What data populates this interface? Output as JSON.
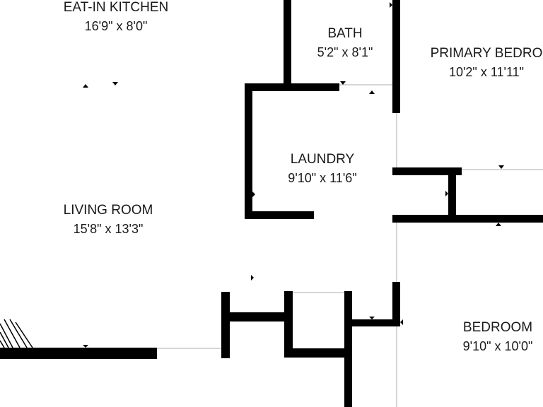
{
  "rooms": {
    "kitchen": {
      "name": "EAT-IN KITCHEN",
      "dims": "16'9\" x 8'0\""
    },
    "bath": {
      "name": "BATH",
      "dims": "5'2\" x 8'1\""
    },
    "primary": {
      "name": "PRIMARY BEDRO",
      "dims": "10'2\" x 11'11\""
    },
    "laundry": {
      "name": "LAUNDRY",
      "dims": "9'10\" x 11'6\""
    },
    "living": {
      "name": "LIVING ROOM",
      "dims": "15'8\" x 13'3\""
    },
    "bedroom": {
      "name": "BEDROOM",
      "dims": "9'10\" x 10'0\""
    }
  },
  "colors": {
    "wall": "#000000",
    "text": "#1a1a1a",
    "opening": "#d6d6d6",
    "background": "#ffffff"
  }
}
